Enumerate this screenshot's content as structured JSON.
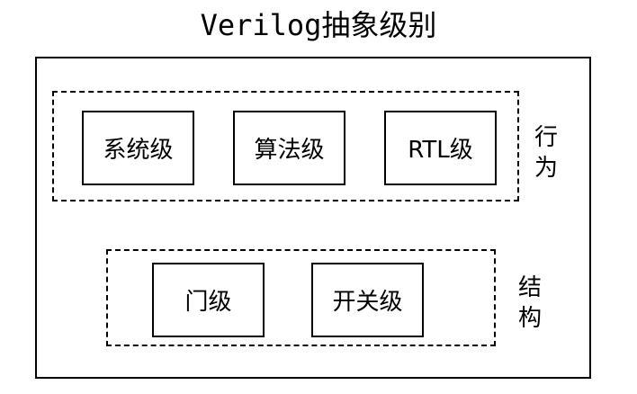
{
  "title": "Verilog抽象级别",
  "groups": [
    {
      "label_chars": [
        "行",
        "为"
      ],
      "levels": [
        "系统级",
        "算法级",
        "RTL级"
      ]
    },
    {
      "label_chars": [
        "结",
        "构"
      ],
      "levels": [
        "门级",
        "开关级"
      ]
    }
  ]
}
